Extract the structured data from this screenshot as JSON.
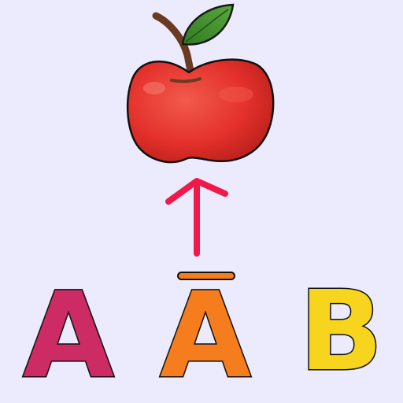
{
  "picture": {
    "icon": "apple-icon",
    "colors": {
      "background": "#ecebfd",
      "apple_body": "#e3302b",
      "apple_leaf": "#3d8a2e",
      "arrow": "#f0194a",
      "macron": "#f57d1e"
    }
  },
  "letters": {
    "first": "A",
    "second": "A",
    "third": "B"
  },
  "letter_colors": {
    "first": "#cc2b63",
    "second": "#f57d1e",
    "third": "#f7d51e"
  }
}
